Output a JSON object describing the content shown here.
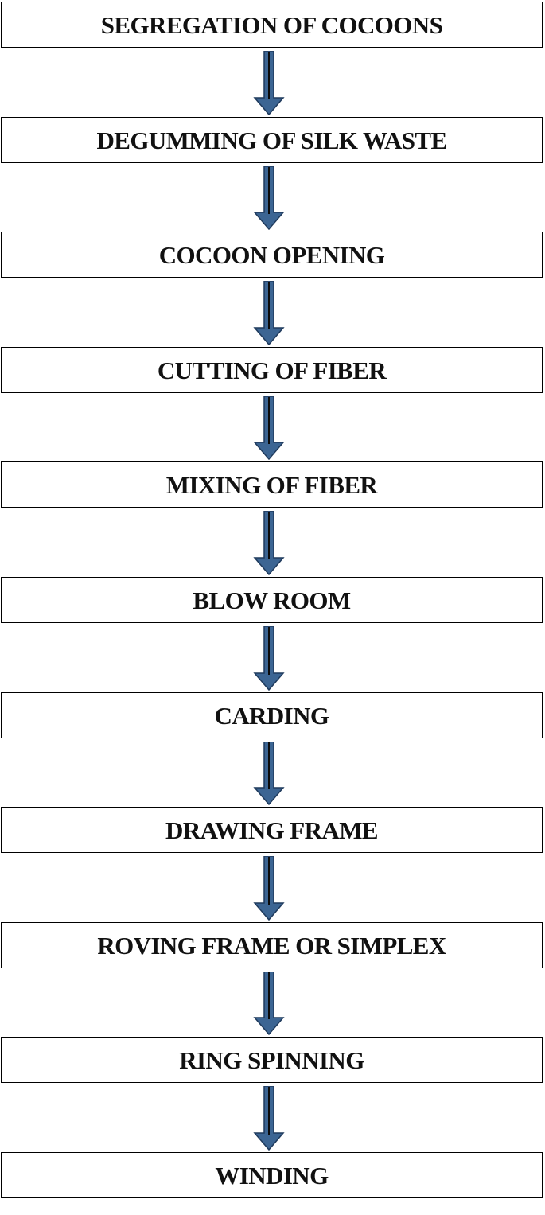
{
  "colors": {
    "arrow_fill": "#3C6593",
    "arrow_stroke": "#1F3A5C",
    "box_border": "#000000",
    "text": "#111111"
  },
  "icons": {
    "connector": "down-arrow-icon"
  },
  "steps": [
    {
      "label": "SEGREGATION OF COCOONS"
    },
    {
      "label": "DEGUMMING OF SILK WASTE"
    },
    {
      "label": "COCOON OPENING"
    },
    {
      "label": "CUTTING OF FIBER"
    },
    {
      "label": "MIXING OF FIBER"
    },
    {
      "label": "BLOW ROOM"
    },
    {
      "label": "CARDING"
    },
    {
      "label": "DRAWING FRAME"
    },
    {
      "label": "ROVING FRAME OR SIMPLEX"
    },
    {
      "label": "RING SPINNING"
    },
    {
      "label": "WINDING"
    }
  ]
}
